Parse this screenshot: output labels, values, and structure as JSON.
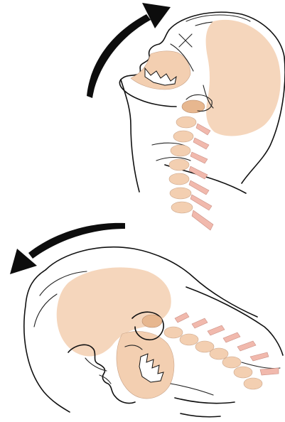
{
  "figure": {
    "panels": [
      {
        "id": "extension",
        "arrow_icon": "curved-arrow-up-right",
        "motion": "extension"
      },
      {
        "id": "flexion",
        "arrow_icon": "curved-arrow-down-left",
        "motion": "flexion"
      }
    ]
  },
  "colors": {
    "background": "#ffffff",
    "skull": "#f5d6bc",
    "bone": "#f3cfb1",
    "bone_dark": "#e7b78f",
    "pink": "#f1b9ad",
    "arrow": "#0d0d0d"
  }
}
